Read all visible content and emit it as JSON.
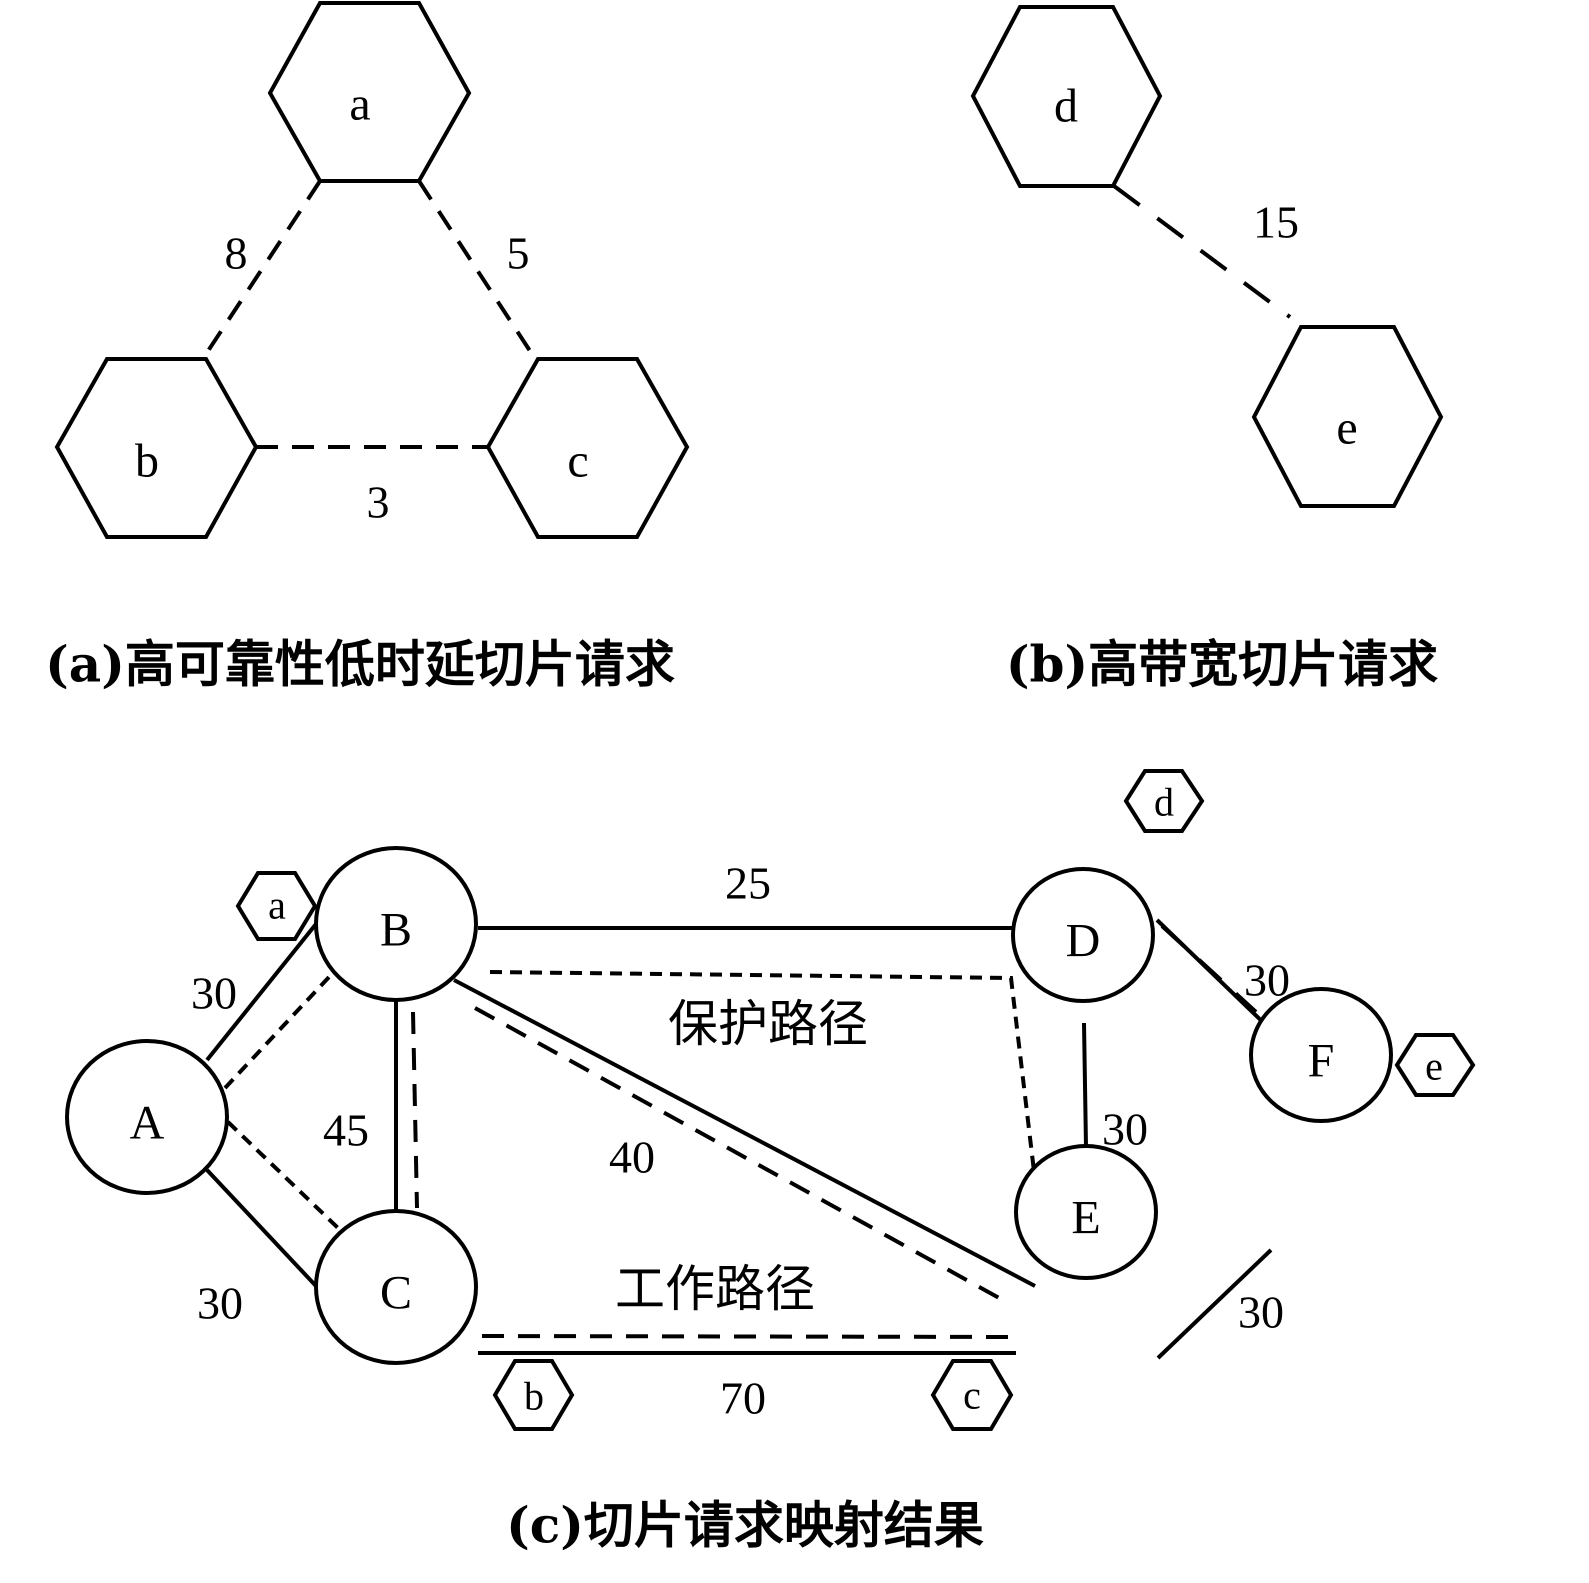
{
  "panel_a": {
    "caption": "(a)高可靠性低时延切片请求",
    "nodes": [
      {
        "id": "a",
        "label": "a"
      },
      {
        "id": "b",
        "label": "b"
      },
      {
        "id": "c",
        "label": "c"
      }
    ],
    "links": [
      {
        "from": "a",
        "to": "b",
        "weight": "8"
      },
      {
        "from": "a",
        "to": "c",
        "weight": "5"
      },
      {
        "from": "b",
        "to": "c",
        "weight": "3"
      }
    ]
  },
  "panel_b": {
    "caption": "(b)高带宽切片请求",
    "nodes": [
      {
        "id": "d",
        "label": "d"
      },
      {
        "id": "e",
        "label": "e"
      }
    ],
    "links": [
      {
        "from": "d",
        "to": "e",
        "weight": "15"
      }
    ]
  },
  "panel_c": {
    "caption": "(c)切片请求映射结果",
    "physical_nodes": [
      {
        "id": "A",
        "label": "A"
      },
      {
        "id": "B",
        "label": "B"
      },
      {
        "id": "C",
        "label": "C"
      },
      {
        "id": "D",
        "label": "D"
      },
      {
        "id": "E",
        "label": "E"
      },
      {
        "id": "F",
        "label": "F"
      }
    ],
    "physical_links": [
      {
        "from": "A",
        "to": "B",
        "weight": "30"
      },
      {
        "from": "A",
        "to": "C",
        "weight": "30"
      },
      {
        "from": "B",
        "to": "C",
        "weight": "45"
      },
      {
        "from": "B",
        "to": "D",
        "weight": "25"
      },
      {
        "from": "B",
        "to": "E",
        "weight": "40"
      },
      {
        "from": "C",
        "to": "E",
        "weight": "70"
      },
      {
        "from": "D",
        "to": "E",
        "weight": "30"
      },
      {
        "from": "D",
        "to": "F",
        "weight": "30"
      },
      {
        "from": "E",
        "to": "F",
        "weight": "30"
      }
    ],
    "mapped_virtual_nodes": [
      {
        "virtual": "a",
        "physical": "B"
      },
      {
        "virtual": "b",
        "physical": "C"
      },
      {
        "virtual": "c",
        "physical": "E"
      },
      {
        "virtual": "d",
        "physical": "D"
      },
      {
        "virtual": "e",
        "physical": "F"
      }
    ],
    "path_labels": {
      "protection": "保护路径",
      "working": "工作路径"
    }
  }
}
